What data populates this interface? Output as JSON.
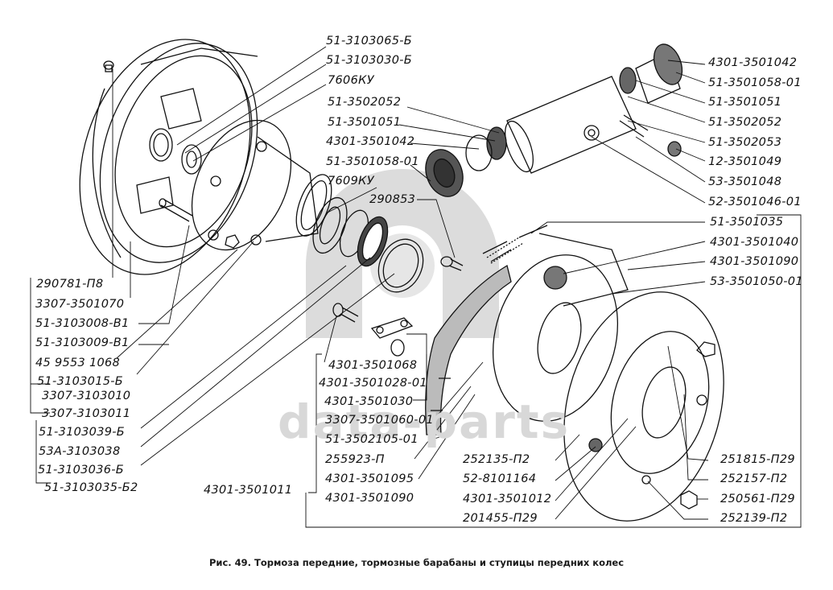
{
  "figure": {
    "caption": "Рис. 49. Тормоза передние, тормозные барабаны и ступицы передних колес",
    "watermark": "data-parts",
    "watermark_color": "#d0d0d0",
    "line_color": "#111111"
  },
  "labels": {
    "top_center": [
      "51-3103065-Б",
      "51-3103030-Б",
      "7606КУ",
      "51-3502052",
      "51-3501051",
      "4301-3501042",
      "51-3501058-01",
      "7609КУ",
      "290853"
    ],
    "top_right": [
      "4301-3501042",
      "51-3501058-01",
      "51-3501051",
      "51-3502052",
      "51-3502053",
      "12-3501049",
      "53-3501048",
      "52-3501046-01"
    ],
    "mid_right": [
      "51-3501035",
      "4301-3501040",
      "4301-3501090",
      "53-3501050-01"
    ],
    "left": [
      "290781-П8",
      "3307-3501070",
      "51-3103008-В1",
      "51-3103009-В1",
      "45 9553 1068",
      "51-3103015-Б",
      "3307-3103010",
      "3307-3103011",
      "51-3103039-Б",
      "53А-3103038",
      "51-3103036-Б",
      "51-3103035-Б2"
    ],
    "center_bottom": [
      "4301-3501068",
      "4301-3501028-01",
      "4301-3501030",
      "3307-3501060-01",
      "51-3502105-01",
      "255923-П",
      "4301-3501095",
      "4301-3501090"
    ],
    "assembly": "4301-3501011",
    "bottom_right_left": [
      "252135-П2",
      "52-8101164",
      "4301-3501012",
      "201455-П29"
    ],
    "bottom_right_right": [
      "251815-П29",
      "252157-П2",
      "250561-П29",
      "252139-П2"
    ]
  }
}
